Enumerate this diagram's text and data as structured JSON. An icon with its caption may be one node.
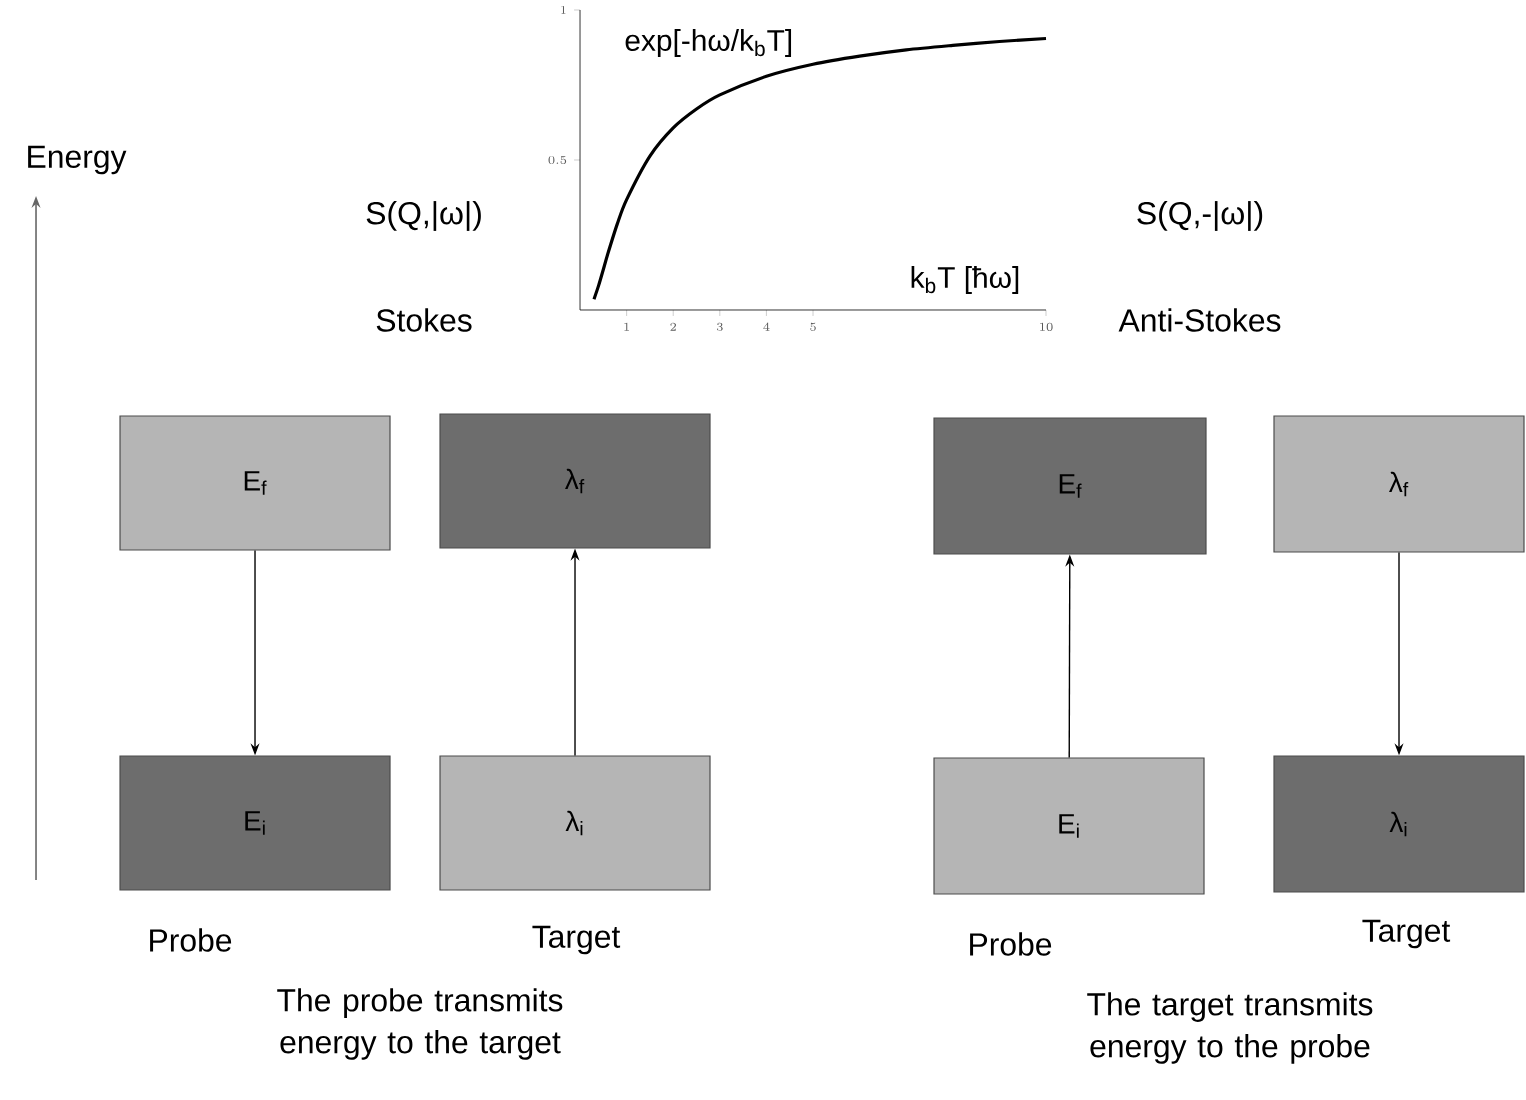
{
  "diagram": {
    "nodes": [
      {
        "text": [
          "E$_{f}$"
        ]
      },
      {
        "text": [
          "λ$_{f}$"
        ]
      },
      {
        "text": [
          "E$_{f}$"
        ]
      },
      {
        "text": [
          "λ$_{f}$"
        ]
      },
      {
        "text": [
          "E$_{i}$"
        ],
        "beside": [
          "Probe"
        ]
      },
      {
        "text": [
          "λ$_{i}$"
        ],
        "beside": [
          "Target"
        ]
      },
      {
        "text": [
          "E$_{i}$"
        ],
        "beside": [
          "Probe"
        ]
      },
      {
        "text": [
          "λ$_{i}$"
        ],
        "beside": [
          "Target"
        ]
      }
    ],
    "edges": [
      {
        "from": 0,
        "to": 4,
        "arrow": "to"
      },
      {
        "from": 5,
        "to": 1,
        "arrow": "to"
      },
      {
        "from": 6,
        "to": 2,
        "arrow": "to"
      },
      {
        "from": 3,
        "to": 7,
        "arrow": "to"
      }
    ],
    "labels": [
      "Energy",
      "S(Q,|ω|)",
      "S(Q,-|ω|)",
      "Stokes",
      "Anti-Stokes",
      "The probe transmits energy to the target",
      "The target transmits energy to the probe"
    ],
    "chart_data": {
      "type": "line",
      "xlabel": "k$_{b}$T [ħω]",
      "x": [
        0.3,
        0.4,
        0.5,
        0.6,
        0.8,
        1,
        1.5,
        2,
        2.5,
        3,
        4,
        5,
        6,
        7,
        8,
        9,
        10
      ],
      "series": [
        {
          "color": "#000000",
          "values": [
            0.036,
            0.082,
            0.135,
            0.189,
            0.287,
            0.368,
            0.513,
            0.607,
            0.67,
            0.717,
            0.779,
            0.819,
            0.846,
            0.867,
            0.882,
            0.895,
            0.905
          ]
        }
      ],
      "xlim": [
        0,
        10
      ],
      "ylim": [
        0,
        1
      ],
      "xticks": [
        1,
        2,
        3,
        4,
        5,
        10
      ],
      "yticks": [
        0.5,
        1
      ],
      "annotations": [
        "exp[-hω/k$_{b}$T]"
      ]
    }
  }
}
